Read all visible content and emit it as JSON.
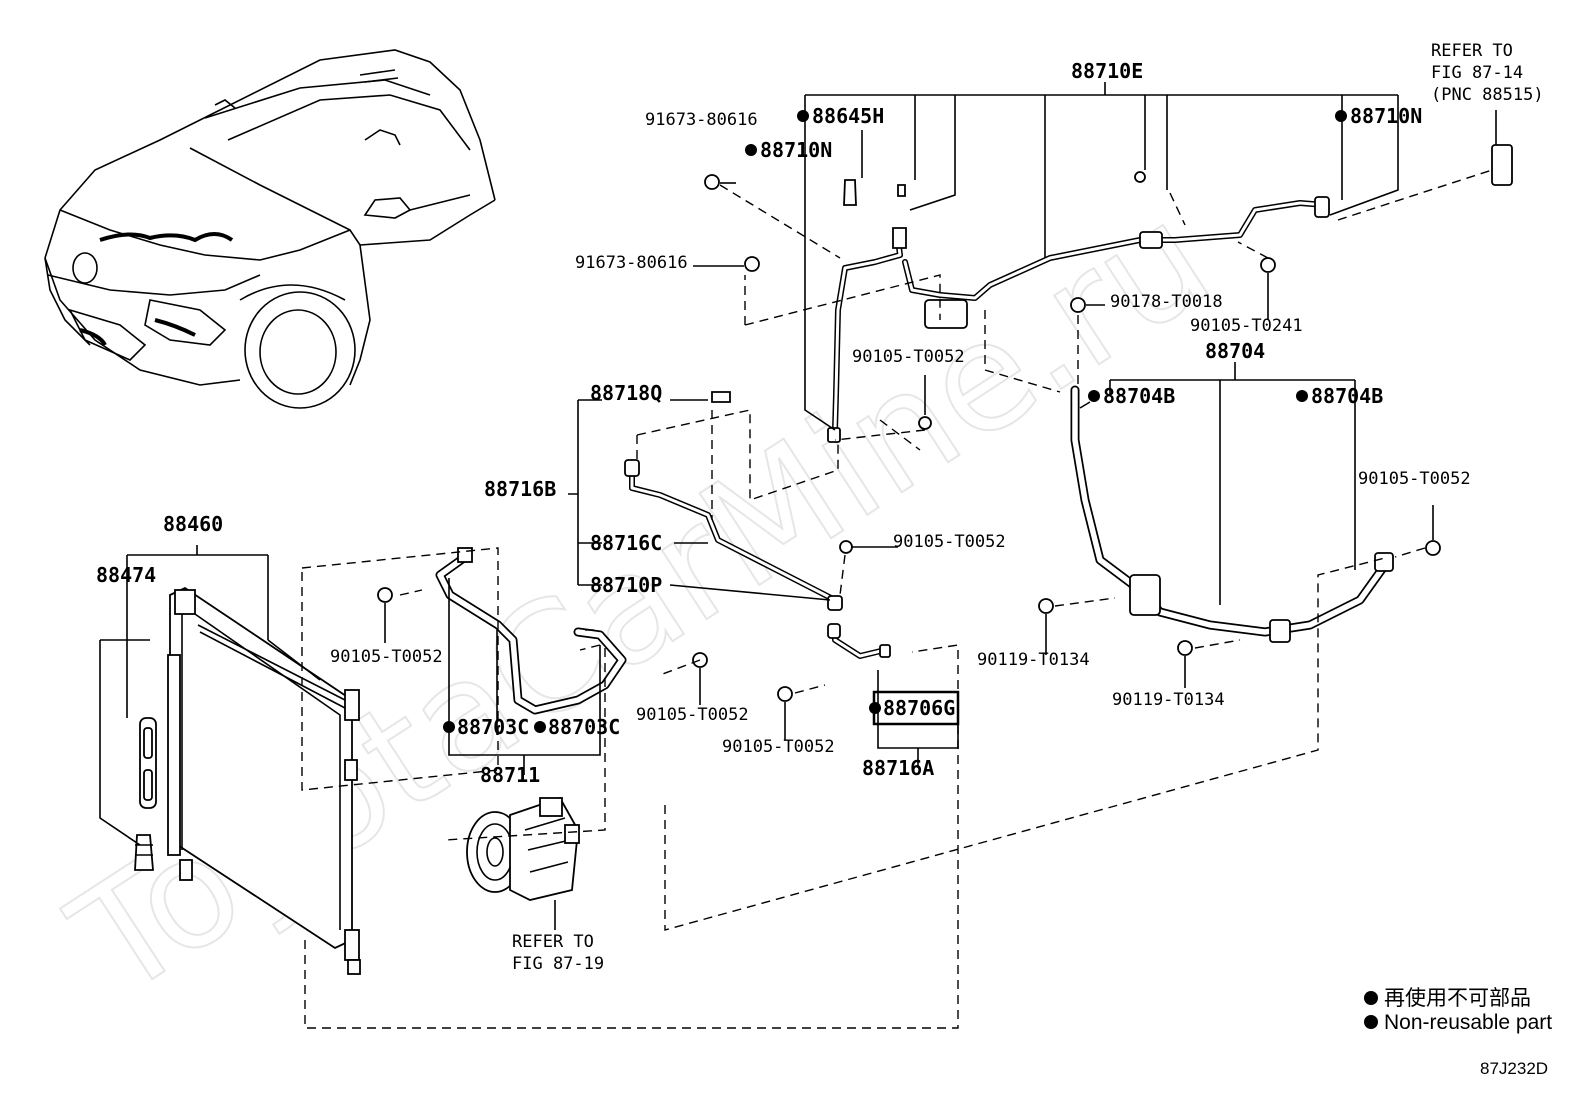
{
  "watermark": "ToyotaCarMine.ru",
  "part_labels": {
    "p88710E": "88710E",
    "p88645H": "88645H",
    "p88710N_a": "88710N",
    "p88710N_b": "88710N",
    "p91673_a": "91673-80616",
    "p91673_b": "91673-80616",
    "p90178": "90178-T0018",
    "p90105_T0241": "90105-T0241",
    "p90105_T0052_a": "90105-T0052",
    "p88704": "88704",
    "p88704B_a": "88704B",
    "p88704B_b": "88704B",
    "p90105_T0052_b": "90105-T0052",
    "p88718Q": "88718Q",
    "p88716B": "88716B",
    "p88716C": "88716C",
    "p88710P": "88710P",
    "p90105_T0052_c": "90105-T0052",
    "p88460": "88460",
    "p88474": "88474",
    "p90105_T0052_d": "90105-T0052",
    "p90105_T0052_e": "90105-T0052",
    "p90105_T0052_f": "90105-T0052",
    "p88703C_a": "88703C",
    "p88703C_b": "88703C",
    "p88711": "88711",
    "p88706G": "88706G",
    "p88716A": "88716A",
    "p90119_a": "90119-T0134",
    "p90119_b": "90119-T0134"
  },
  "refer_top": {
    "line1": "REFER TO",
    "line2": "FIG 87-14",
    "line3": "(PNC 88515)"
  },
  "refer_compressor": {
    "line1": "REFER TO",
    "line2": "FIG 87-19"
  },
  "legend": {
    "line_jp": "再使用不可部品",
    "line_en": "Non-reusable part"
  },
  "figure_code": "87J232D"
}
